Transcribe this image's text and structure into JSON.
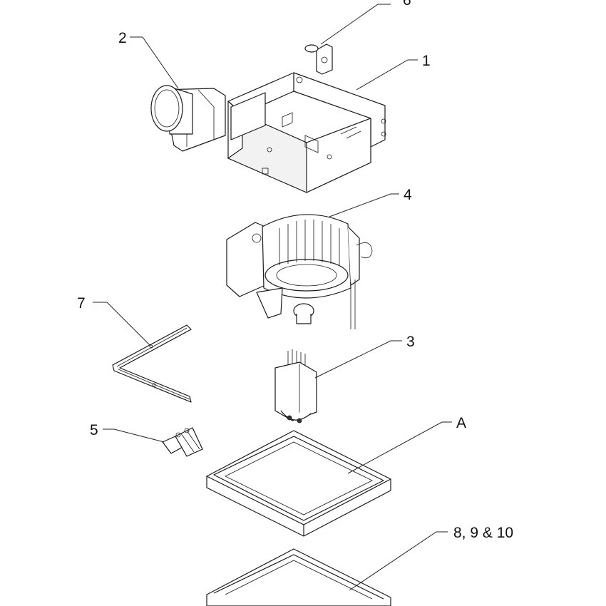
{
  "callouts": {
    "housing": "1",
    "duct_connector": "2",
    "motor": "3",
    "blower_assembly": "4",
    "mounting_hardware": "5",
    "hanger_bracket": "6",
    "mounting_bracket": "7",
    "grille_a": "A",
    "grille_lens": "8, 9 & 10"
  },
  "colors": {
    "line": "#1a1a1a",
    "background": "#ffffff"
  }
}
